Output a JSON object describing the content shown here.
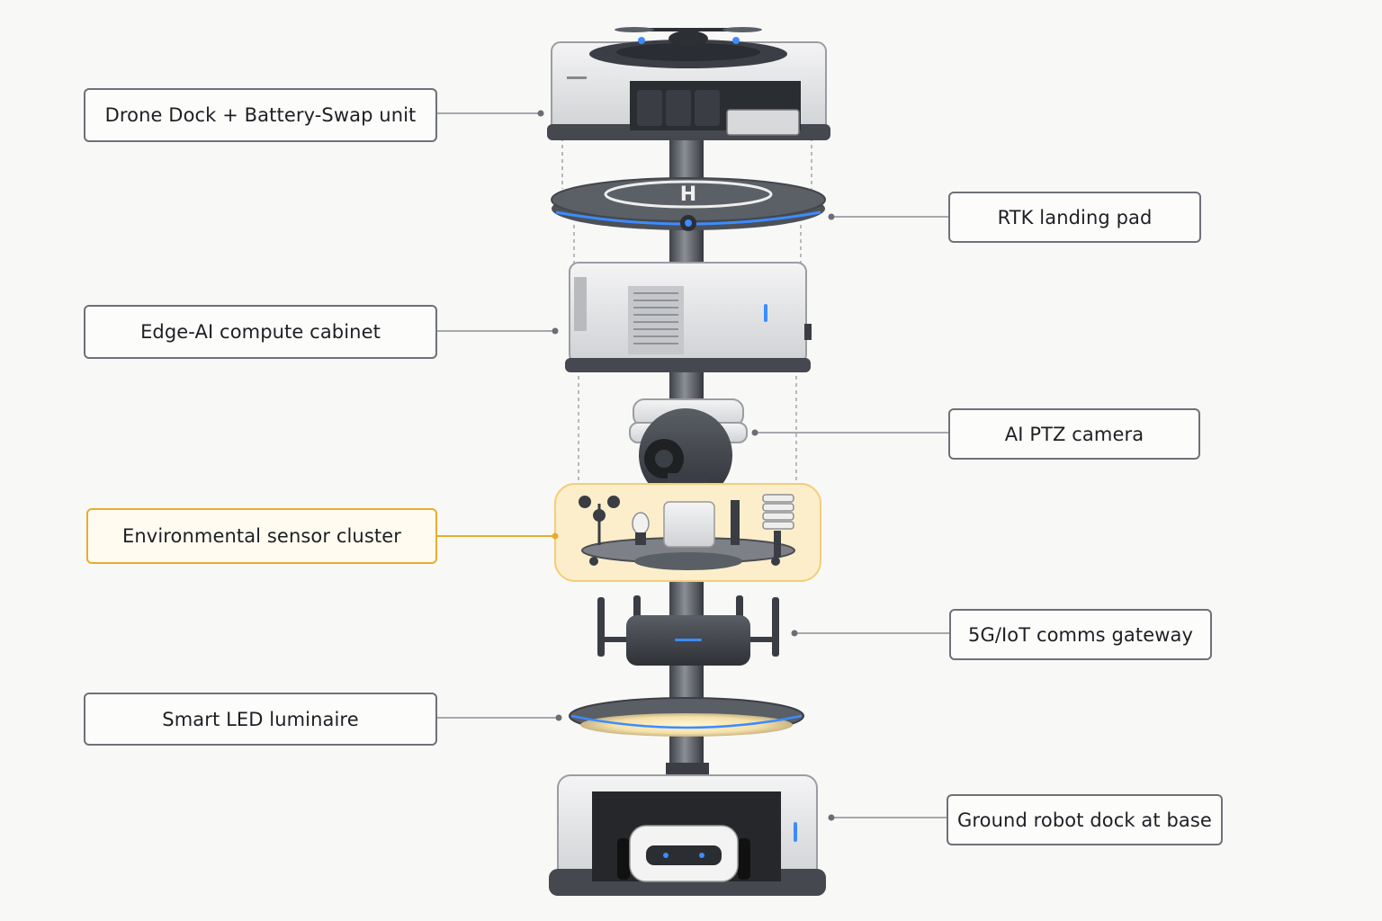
{
  "labels": {
    "drone_dock": "Drone Dock + Battery-Swap unit",
    "rtk_pad": "RTK landing pad",
    "edge_ai": "Edge-AI compute cabinet",
    "ptz_camera": "AI PTZ camera",
    "env_sensors": "Environmental sensor cluster",
    "comms_gateway": "5G/IoT comms gateway",
    "led_luminaire": "Smart LED luminaire",
    "robot_dock": "Ground robot dock at base"
  },
  "highlighted_component": "env_sensors",
  "colors": {
    "highlight": "#e8ad2c",
    "highlight_fill": "#fdeecb",
    "accent_led": "#3b8cff",
    "leader_line": "#8a8d93",
    "metal_dark": "#474a50",
    "shell_light": "#e9eaec"
  }
}
